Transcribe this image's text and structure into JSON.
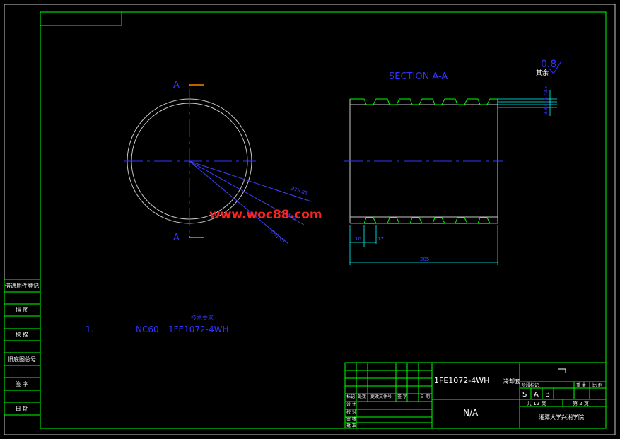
{
  "watermark": "www.woc88.com",
  "section": {
    "title": "SECTION  A-A",
    "cut_label_top": "A",
    "cut_label_bottom": "A"
  },
  "roughness": {
    "value": "0.8",
    "note": "其余"
  },
  "dimensions": {
    "leader1": "Ø75.81",
    "leader2": "Ø80",
    "leader3": "Ø81.01",
    "right_stack": "3.3 / 5.6 / 3.5",
    "left_pitch": "10",
    "groove": "17",
    "length": "205"
  },
  "notes": {
    "heading": "技术要求",
    "line_prefix": "1.",
    "line": "NC60",
    "part_code": "1FE1072-4WH"
  },
  "side_table": [
    "借通用件登记",
    "描 图",
    "校 描",
    "旧底图总号",
    "签 字",
    "日 期"
  ],
  "title_block": {
    "drawing_number": "1FE1072-4WH",
    "drawing_suffix": "冷却套",
    "material": "N/A",
    "stage_label": "阶段标记",
    "weight_label": "重 量",
    "scale_label": "比 例",
    "stages": [
      "S",
      "A",
      "B"
    ],
    "sheets_total": "共 12 页",
    "sheet_no": "第 2 页",
    "company": "湘潭大学兴湘学院",
    "revision_headers": [
      "标记",
      "处数",
      "更改文件号",
      "签 字",
      "日 期"
    ],
    "role_rows": [
      "设 计",
      "校 对",
      "审 核",
      "批 准"
    ]
  },
  "colors": {
    "frame": "#00ff00",
    "outline": "#c8c8c8",
    "blue": "#3333ff",
    "orange": "#ff8000",
    "dimension": "#00ffff",
    "watermark": "#ff2020",
    "text_white": "#ffffff",
    "leader_blue": "#4040ff"
  }
}
